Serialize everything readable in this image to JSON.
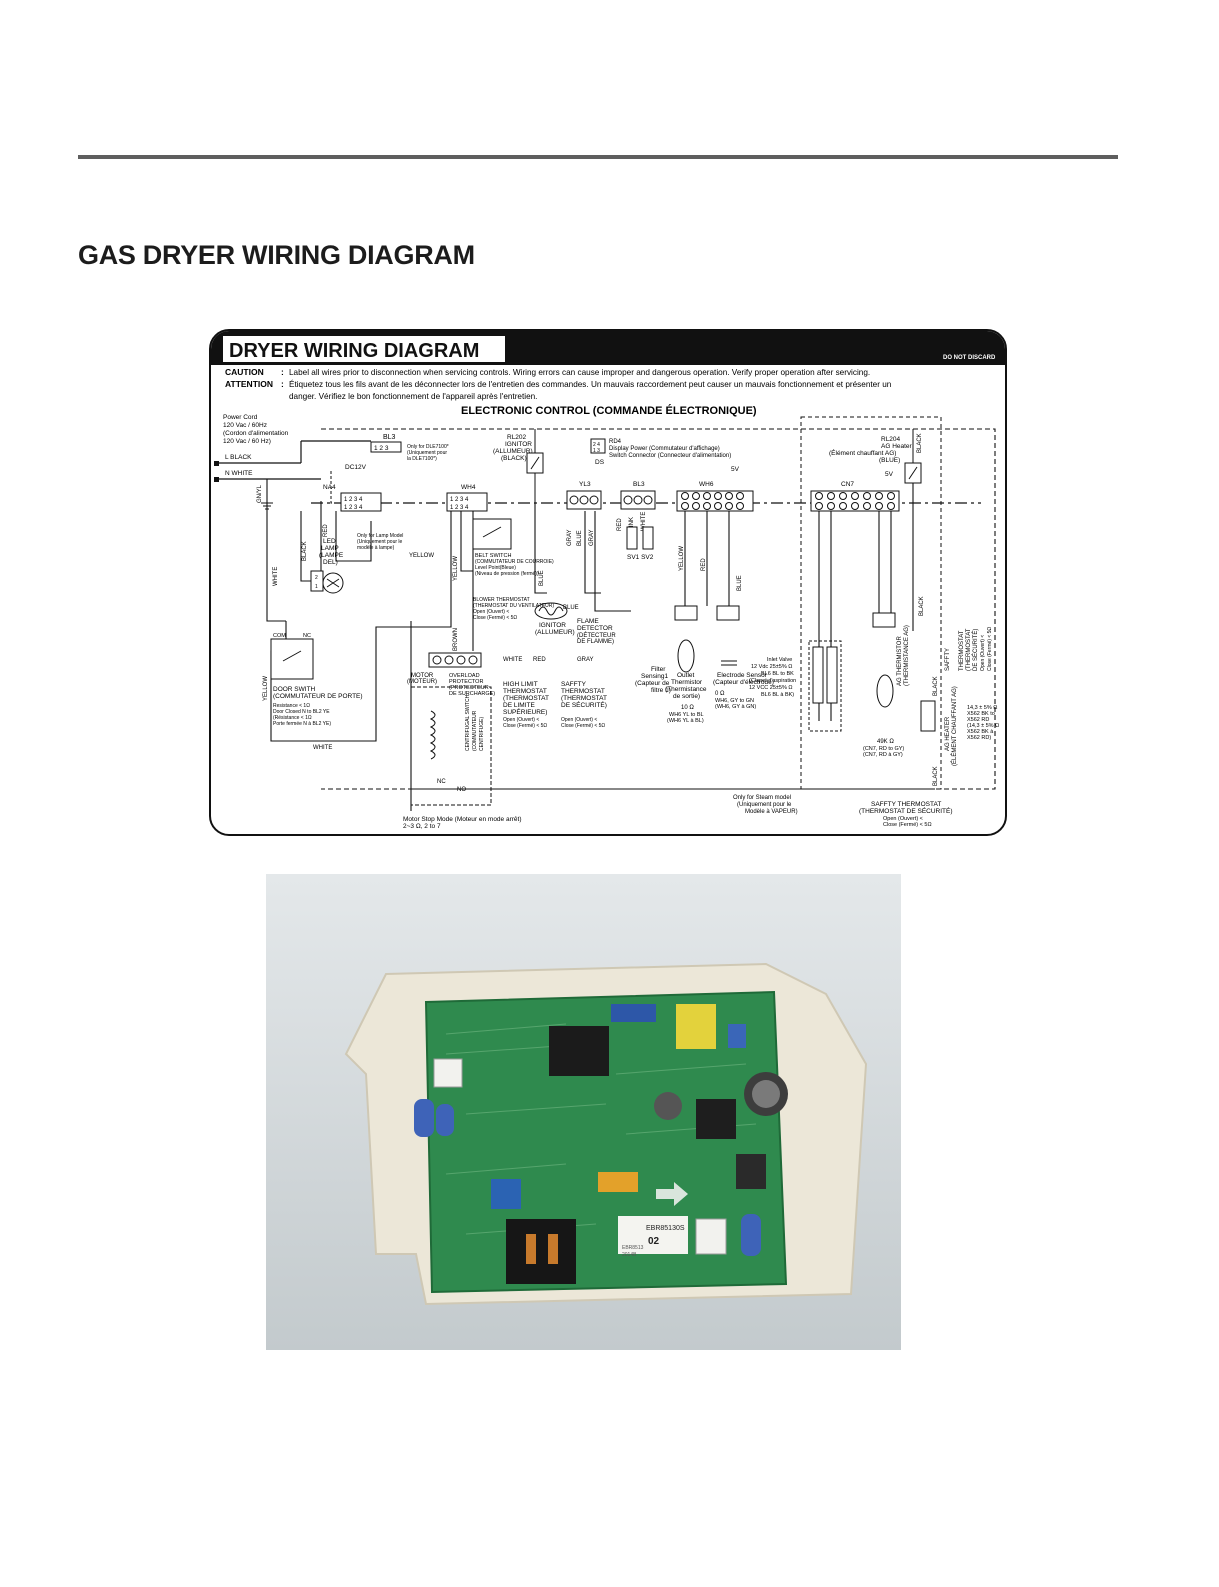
{
  "page": {
    "title": "GAS DRYER WIRING DIAGRAM"
  },
  "diagram": {
    "title": "DRYER WIRING DIAGRAM",
    "do_not_discard": "DO NOT DISCARD",
    "caution_label": "CAUTION",
    "caution_text": "Label all wires prior to disconnection when servicing controls. Wiring errors can cause improper and dangerous operation. Verify proper operation after servicing.",
    "attention_label": "ATTENTION",
    "attention_text_1": "Étiquetez tous les fils avant de les déconnecter lors de l'entretien des commandes. Un mauvais raccordement peut causer un mauvais fonctionnement et présenter un",
    "attention_text_2": "danger. Vérifiez le bon fonctionnement de l'appareil après l'entretien.",
    "control_heading": "ELECTRONIC CONTROL (COMMANDE ÉLECTRONIQUE)",
    "power_cord": [
      "Power Cord",
      "120 Vac / 60Hz",
      "(Cordon d'alimentation",
      "120 Vac / 60 Hz)"
    ],
    "line_l": "L   BLACK",
    "line_n": "N   WHITE",
    "gnyl": "GN/YL",
    "connectors": {
      "bl3_top": "BL3",
      "bl3_note": [
        "Only for DLE7100*",
        "(Uniquement pour",
        "la DLE7100*)"
      ],
      "rl202": [
        "RL202",
        "IGNITOR",
        "(ALLUMEUR)",
        "(BLACK)"
      ],
      "rd4": [
        "RD4",
        "Display Power (Commutateur d'affichage)",
        "Switch Connector (Connecteur d'alimentation)"
      ],
      "dc12v": "DC12V",
      "na4": "NA4",
      "wh4": "WH4",
      "ds": "DS",
      "yl3": "YL3",
      "bl3_mid": "BL3",
      "wh6": "WH6",
      "v5a": "5V",
      "cn7": "CN7",
      "v5b": "5V",
      "rl204": [
        "RL204",
        "AG Heater",
        "(Élément chauffant AG)",
        "(BLUE)"
      ]
    },
    "components": {
      "led_lamp": [
        "LED",
        "LAMP",
        "(LAMPE",
        "DEL)"
      ],
      "lamp_note": [
        "Only for Lamp Model",
        "(Uniquement pour le",
        "modèle à lampe)"
      ],
      "belt_switch": [
        "BELT SWITCH",
        "(COMMUTATEUR DE COURROIE)",
        "Level Point(Bleue)",
        "(Niveau de pression (fermé))"
      ],
      "blower_thermostat": [
        "BLOWER THERMOSTAT",
        "(THERMOSTAT DU VENTILATEUR)",
        "Open (Ouvert) <",
        "Close (Fermé) < 5Ω"
      ],
      "ignitor": [
        "IGNITOR",
        "(ALLUMEUR)"
      ],
      "flame_detector": [
        "FLAME",
        "DETECTOR",
        "(DÉTECTEUR",
        "DE FLAMME)"
      ],
      "sv": "SV1 SV2",
      "door_switch": [
        "DOOR SWITH",
        "(COMMUTATEUR DE PORTE)",
        "Resistance < 1Ω",
        "Door Closed N to BL2 YE",
        "(Résistance < 1Ω",
        "Porte fermée N à BL2 YE)"
      ],
      "motor": [
        "MOTOR",
        "(MOTEUR)"
      ],
      "overload": [
        "OVERLOAD",
        "PROTECTOR",
        "(PROTECTEUR",
        "DE SURCHARGE)"
      ],
      "high_limit": [
        "HIGH LIMIT",
        "THERMOSTAT",
        "(THERMOSTAT",
        "DE LIMITE",
        "SUPÉRIEURE)",
        "Open (Ouvert) <",
        "Close (Fermé) < 5Ω"
      ],
      "saffty_mid": [
        "SAFFTY",
        "THERMOSTAT",
        "(THERMOSTAT",
        "DE SÉCURITÉ)",
        "Open (Ouvert) <",
        "Close (Fermé) < 5Ω"
      ],
      "filter_sensor": [
        "Filter",
        "Sensing1",
        "(Capteur de",
        "filtre 1)"
      ],
      "outlet_thermistor": [
        "Outlet",
        "Thermistor",
        "(Thermistance",
        "de sortie)",
        "10 Ω",
        "WH6 YL to BL",
        "(WH6 YL à BL)"
      ],
      "electrode_sensor": [
        "Electrode Sensor",
        "(Capteur d'électrode)",
        "0 Ω",
        "WH6, GY to GN",
        "(WH6, GY à GN)"
      ],
      "inlet_valve": [
        "Inlet Valve",
        "12 Vdc 25±5% Ω",
        "BL6 BL to BK",
        "(Clapet d'aspiration",
        "12 VCC 25±5% Ω",
        "BL6 BL à BK)"
      ],
      "ag_thermistor": [
        "AG THERMISTOR",
        "(THERMISTANCE AG)"
      ],
      "thermistor_value": [
        "49K Ω",
        "(CN7, RD to GY)",
        "(CN7, RD à GY)"
      ],
      "saffty_right": [
        "SAFFTY",
        "THERMOSTAT",
        "(THERMOSTAT",
        "DE SÉCURITÉ)",
        "Open (Ouvert) <",
        "Close (Fermé) < 5Ω"
      ],
      "ag_heater": [
        "AG HEATER",
        "(ÉLÉMENT CHAUFFANT AG)"
      ],
      "ag_heater_values": [
        "14,3 ± 5% Ω",
        "X562 BK to",
        "X562 RD",
        "(14,3 ± 5% Ω",
        "X562 BK à",
        "X562 RD)"
      ],
      "steam_note": [
        "Only for Steam model",
        "(Uniquement pour le",
        "Modèle à VAPEUR)"
      ],
      "saffty_bottom": [
        "SAFFTY THERMOSTAT",
        "(THERMOSTAT DE SÉCURITÉ)",
        "Open (Ouvert) <",
        "Close (Fermé) < 5Ω"
      ],
      "motor_stop": [
        "Motor Stop Mode (Moteur en mode arrêt)",
        "2~3 Ω, 2 to 7"
      ],
      "centrifugal": [
        "CENTRIFUGAL SWITCH",
        "(COMMUTATEUR",
        "CENTRIFUGE)"
      ]
    },
    "wire_labels": {
      "black": "BLACK",
      "red": "RED",
      "white": "WHITE",
      "yellow": "YELLOW",
      "blue": "BLUE",
      "gray": "GRAY",
      "brown": "BROWN",
      "pink": "PINK",
      "com": "COM",
      "nc": "NC",
      "no": "NO"
    }
  },
  "photo": {
    "board_text": [
      "EBR85130S",
      "02",
      "EBR8513",
      "2014B"
    ]
  }
}
